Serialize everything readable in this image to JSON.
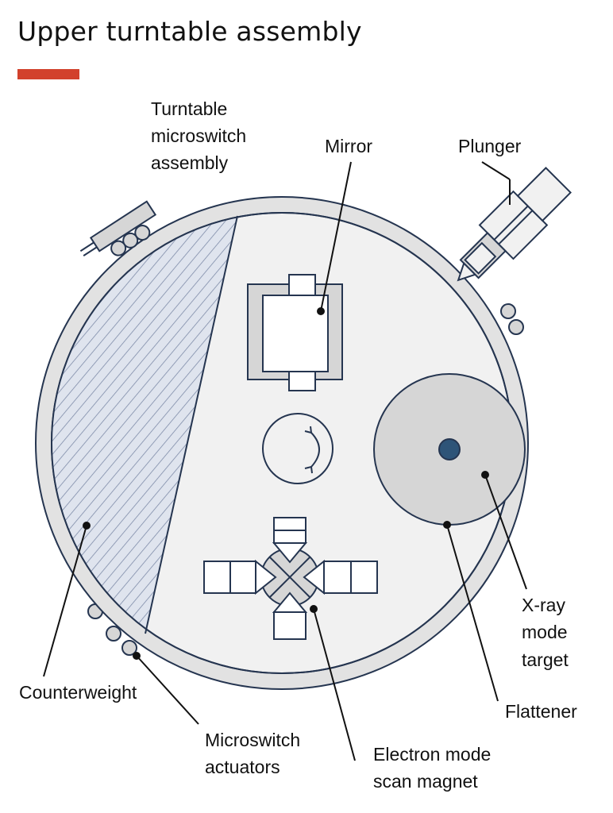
{
  "title": "Upper turntable assembly",
  "colors": {
    "accent": "#d2412c",
    "outline": "#253550",
    "ring_fill": "#e2e2e2",
    "plate_fill": "#f1f1f1",
    "part_fill": "#d6d6d6",
    "counterweight_fill": "#dfe4ee",
    "target_dot": "#2e5478"
  },
  "labels": {
    "turntable_microswitch": [
      "Turntable",
      "microswitch",
      "assembly"
    ],
    "mirror": "Mirror",
    "plunger": "Plunger",
    "xray_target": [
      "X-ray",
      "mode",
      "target"
    ],
    "flattener": "Flattener",
    "counterweight": "Counterweight",
    "microswitch_actuators": [
      "Microswitch",
      "actuators"
    ],
    "scan_magnet": [
      "Electron mode",
      "scan magnet"
    ]
  }
}
